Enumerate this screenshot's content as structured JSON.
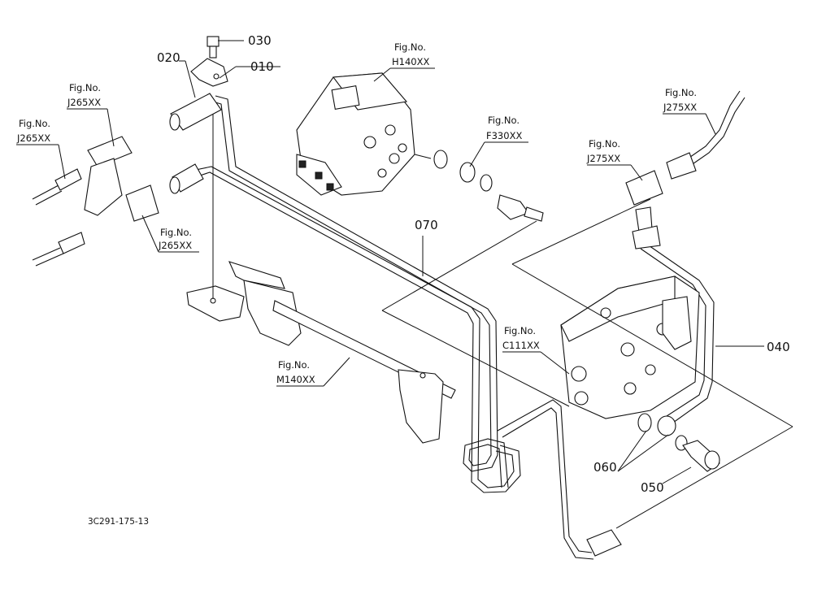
{
  "drawing_code": "3C291-175-13",
  "parts": {
    "p010": "010",
    "p020": "020",
    "p030": "030",
    "p040": "040",
    "p050": "050",
    "p060": "060",
    "p070": "070"
  },
  "figrefs": {
    "fig_no_label": "Fig.No.",
    "j265_a": "J265XX",
    "j265_b": "J265XX",
    "j265_c": "J265XX",
    "h140": "H140XX",
    "f330": "F330XX",
    "j275_a": "J275XX",
    "j275_b": "J275XX",
    "c111": "C111XX",
    "m140": "M140XX"
  }
}
